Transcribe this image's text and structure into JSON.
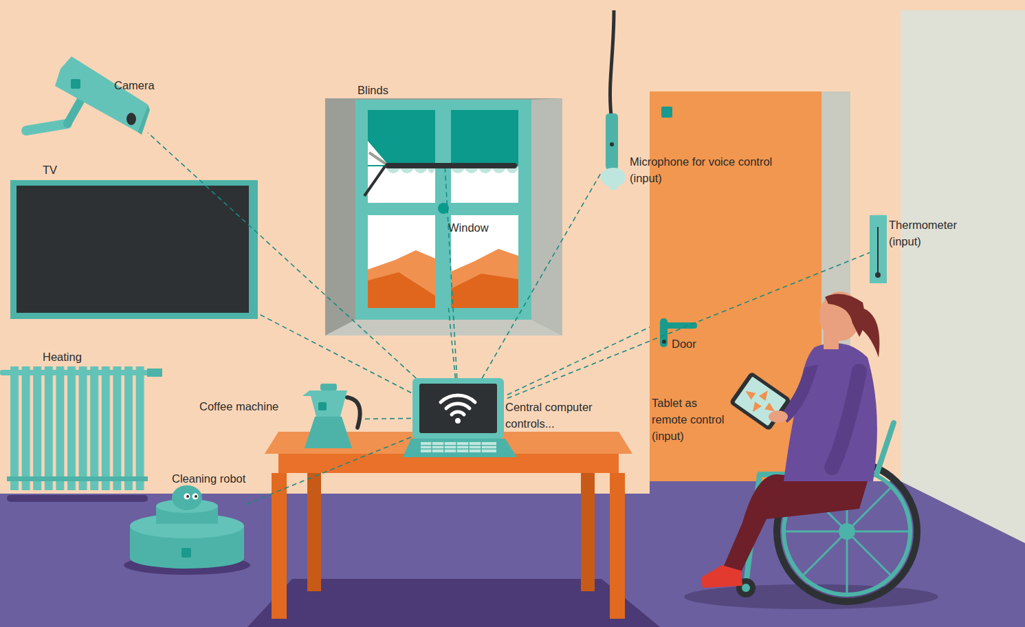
{
  "diagram": {
    "nodes": [
      {
        "text": [
          "Camera"
        ]
      },
      {
        "text": [
          "Blinds"
        ]
      },
      {
        "text": [
          "Microphone for voice control (input)"
        ]
      },
      {
        "text": [
          "TV"
        ]
      },
      {
        "text": [
          "Window"
        ]
      },
      {
        "text": [
          "Thermometer (input)"
        ]
      },
      {
        "text": [
          "Door"
        ]
      },
      {
        "text": [
          "Heating"
        ]
      },
      {
        "text": [
          "Coffee machine"
        ]
      },
      {
        "text": [
          "Central computer controls..."
        ]
      },
      {
        "text": [
          "Tablet as remote control (input)"
        ]
      },
      {
        "text": [
          "Cleaning robot"
        ]
      }
    ],
    "edges": [
      {
        "from": 9,
        "to": 0,
        "arrow": "none"
      },
      {
        "from": 9,
        "to": 3,
        "arrow": "none"
      },
      {
        "from": 9,
        "to": 1,
        "arrow": "none"
      },
      {
        "from": 9,
        "to": 4,
        "arrow": "none"
      },
      {
        "from": 9,
        "to": 2,
        "arrow": "none"
      },
      {
        "from": 9,
        "to": 5,
        "arrow": "none"
      },
      {
        "from": 9,
        "to": 6,
        "arrow": "none"
      },
      {
        "from": 9,
        "to": 8,
        "arrow": "none"
      },
      {
        "from": 9,
        "to": 11,
        "arrow": "none"
      }
    ]
  }
}
